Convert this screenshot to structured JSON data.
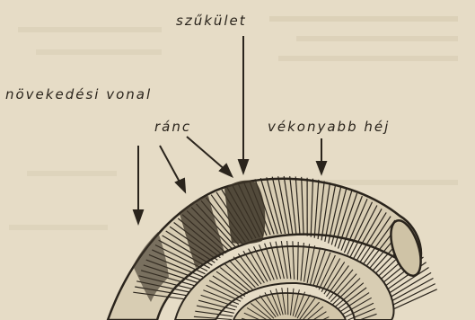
{
  "labels": {
    "constriction": "szűkület",
    "growth_line": "növekedési vonal",
    "wrinkle": "ránc",
    "thinner_shell": "vékonyabb héj"
  },
  "colors": {
    "paper": "#e6dcc6",
    "ink": "#2a241c",
    "text_ghost": "#cbbf9f"
  }
}
